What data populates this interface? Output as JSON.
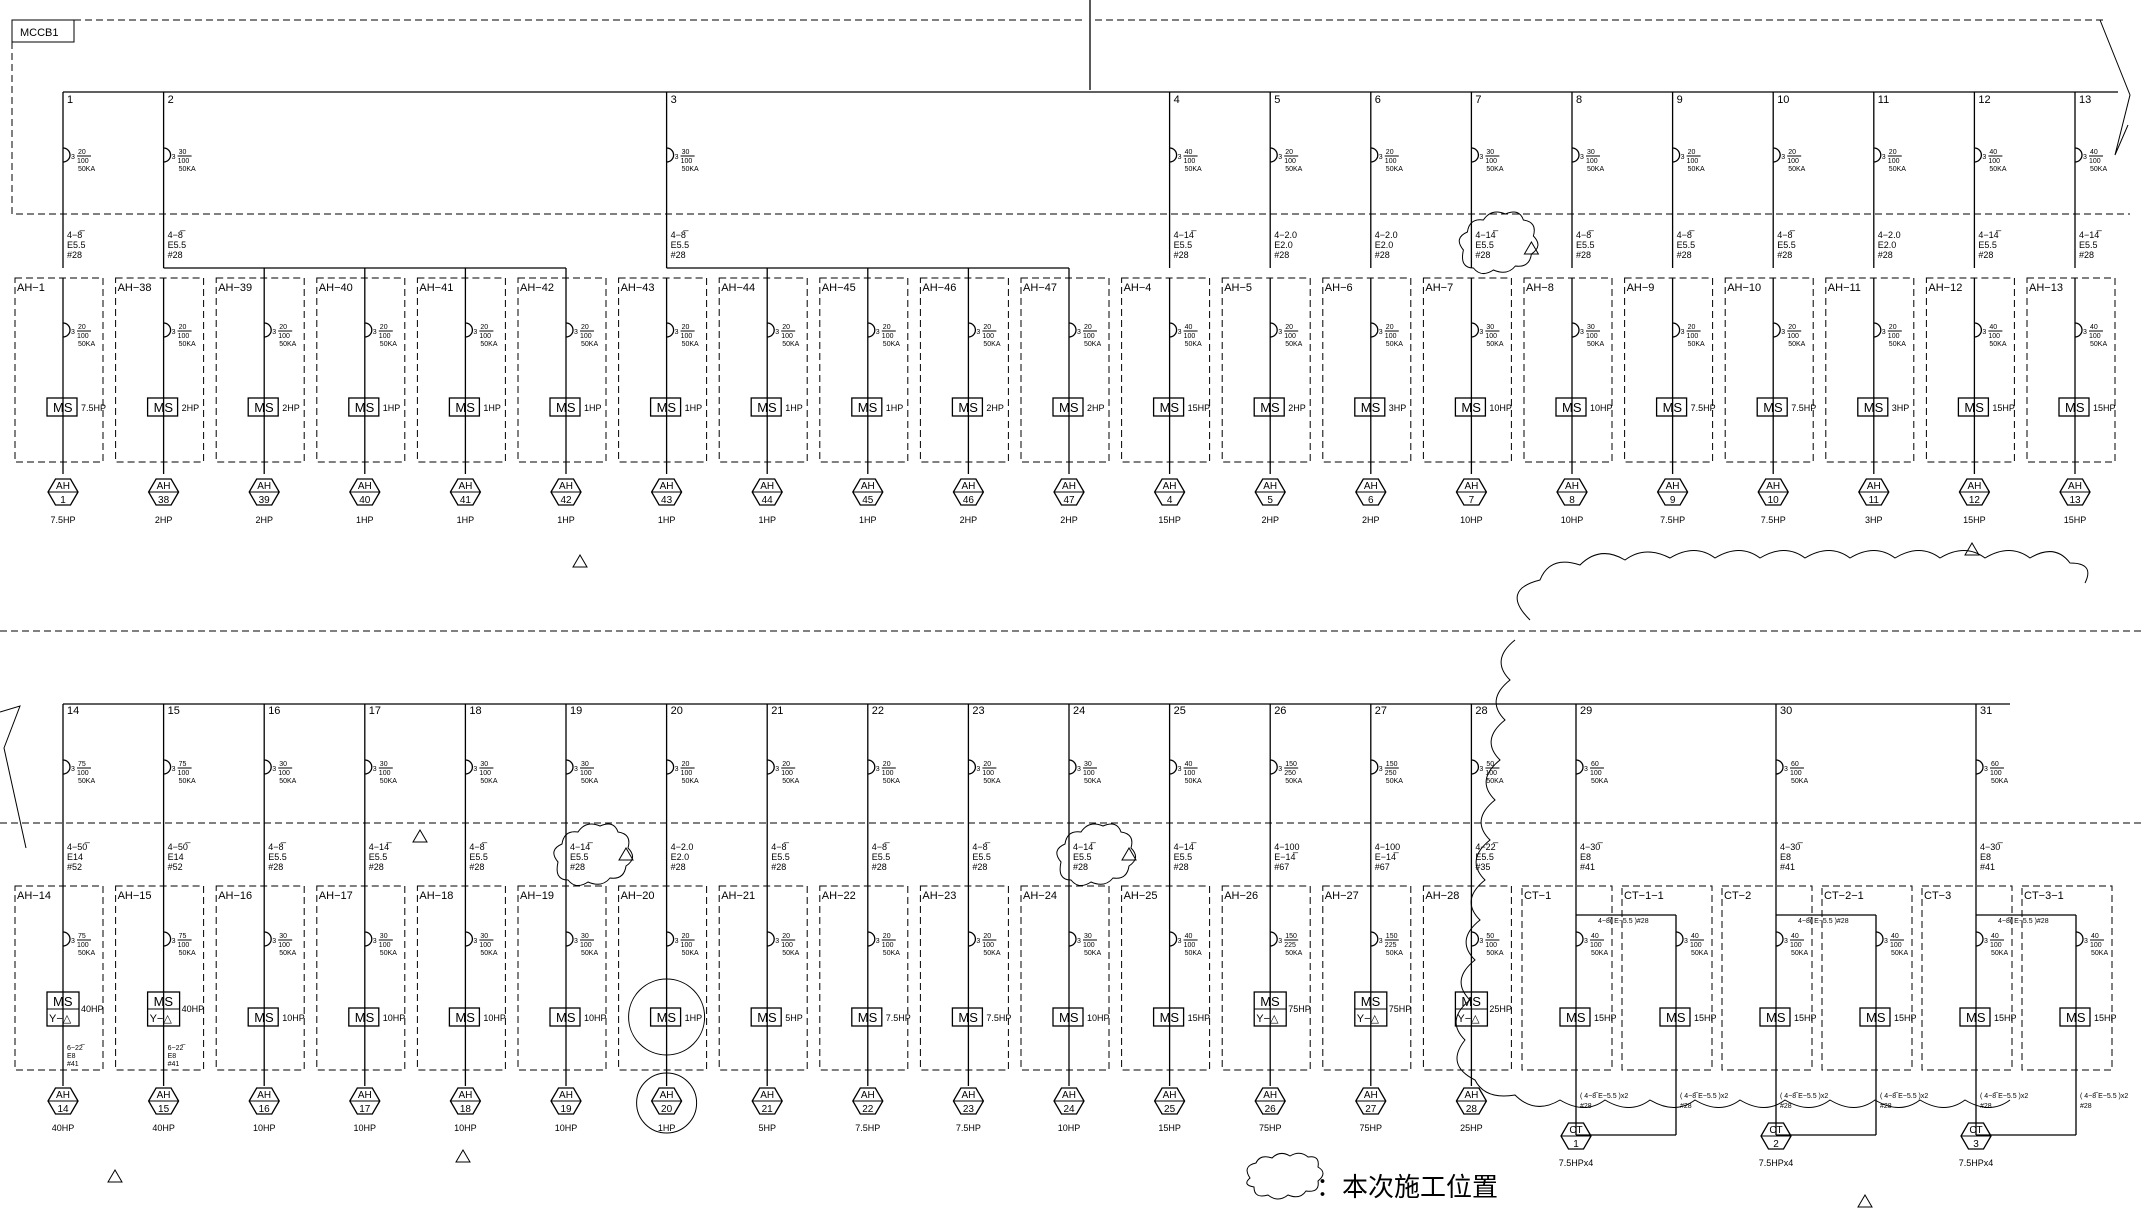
{
  "title": "MCCB1",
  "legend_text": "：本次施工位置",
  "row1": [
    {
      "n": "1",
      "brk": [
        "3",
        "20",
        "100",
        "50KA"
      ],
      "cab": [
        "4−8̅",
        "E5.5",
        "#28"
      ],
      "panel": "AH−1",
      "pbrk": [
        "3",
        "20",
        "100",
        "50KA"
      ],
      "ms": "MS",
      "mshp": "7.5HP",
      "hex": [
        "AH",
        "1"
      ],
      "hp": "7.5HP"
    },
    {
      "n": "2",
      "brk": [
        "3",
        "30",
        "100",
        "50KA"
      ],
      "cab": [
        "4−8̅",
        "E5.5",
        "#28"
      ],
      "panel": "AH−38",
      "pbrk": [
        "3",
        "20",
        "100",
        "50KA"
      ],
      "ms": "MS",
      "mshp": "2HP",
      "hex": [
        "AH",
        "38"
      ],
      "hp": "2HP"
    },
    {
      "n": "",
      "brk": null,
      "cab": null,
      "panel": "AH−39",
      "pbrk": [
        "3",
        "20",
        "100",
        "50KA"
      ],
      "ms": "MS",
      "mshp": "2HP",
      "hex": [
        "AH",
        "39"
      ],
      "hp": "2HP"
    },
    {
      "n": "",
      "brk": null,
      "cab": null,
      "panel": "AH−40",
      "pbrk": [
        "3",
        "20",
        "100",
        "50KA"
      ],
      "ms": "MS",
      "mshp": "1HP",
      "hex": [
        "AH",
        "40"
      ],
      "hp": "1HP"
    },
    {
      "n": "",
      "brk": null,
      "cab": null,
      "panel": "AH−41",
      "pbrk": [
        "3",
        "20",
        "100",
        "50KA"
      ],
      "ms": "MS",
      "mshp": "1HP",
      "hex": [
        "AH",
        "41"
      ],
      "hp": "1HP"
    },
    {
      "n": "",
      "brk": null,
      "cab": null,
      "panel": "AH−42",
      "pbrk": [
        "3",
        "20",
        "100",
        "50KA"
      ],
      "ms": "MS",
      "mshp": "1HP",
      "hex": [
        "AH",
        "42"
      ],
      "hp": "1HP"
    },
    {
      "n": "3",
      "brk": [
        "3",
        "30",
        "100",
        "50KA"
      ],
      "cab": [
        "4−8̅",
        "E5.5",
        "#28"
      ],
      "panel": "AH−43",
      "pbrk": [
        "3",
        "20",
        "100",
        "50KA"
      ],
      "ms": "MS",
      "mshp": "1HP",
      "hex": [
        "AH",
        "43"
      ],
      "hp": "1HP"
    },
    {
      "n": "",
      "brk": null,
      "cab": null,
      "panel": "AH−44",
      "pbrk": [
        "3",
        "20",
        "100",
        "50KA"
      ],
      "ms": "MS",
      "mshp": "1HP",
      "hex": [
        "AH",
        "44"
      ],
      "hp": "1HP"
    },
    {
      "n": "",
      "brk": null,
      "cab": null,
      "panel": "AH−45",
      "pbrk": [
        "3",
        "20",
        "100",
        "50KA"
      ],
      "ms": "MS",
      "mshp": "1HP",
      "hex": [
        "AH",
        "45"
      ],
      "hp": "1HP"
    },
    {
      "n": "",
      "brk": null,
      "cab": null,
      "panel": "AH−46",
      "pbrk": [
        "3",
        "20",
        "100",
        "50KA"
      ],
      "ms": "MS",
      "mshp": "2HP",
      "hex": [
        "AH",
        "46"
      ],
      "hp": "2HP"
    },
    {
      "n": "",
      "brk": null,
      "cab": null,
      "panel": "AH−47",
      "pbrk": [
        "3",
        "20",
        "100",
        "50KA"
      ],
      "ms": "MS",
      "mshp": "2HP",
      "hex": [
        "AH",
        "47"
      ],
      "hp": "2HP"
    },
    {
      "n": "4",
      "brk": [
        "3",
        "40",
        "100",
        "50KA"
      ],
      "cab": [
        "4−14̅",
        "E5.5",
        "#28"
      ],
      "panel": "AH−4",
      "pbrk": [
        "3",
        "40",
        "100",
        "50KA"
      ],
      "ms": "MS",
      "mshp": "15HP",
      "hex": [
        "AH",
        "4"
      ],
      "hp": "15HP"
    },
    {
      "n": "5",
      "brk": [
        "3",
        "20",
        "100",
        "50KA"
      ],
      "cab": [
        "4−2.0",
        "E2.0",
        "#28"
      ],
      "panel": "AH−5",
      "pbrk": [
        "3",
        "20",
        "100",
        "50KA"
      ],
      "ms": "MS",
      "mshp": "2HP",
      "hex": [
        "AH",
        "5"
      ],
      "hp": "2HP"
    },
    {
      "n": "6",
      "brk": [
        "3",
        "20",
        "100",
        "50KA"
      ],
      "cab": [
        "4−2.0",
        "E2.0",
        "#28"
      ],
      "panel": "AH−6",
      "pbrk": [
        "3",
        "20",
        "100",
        "50KA"
      ],
      "ms": "MS",
      "mshp": "3HP",
      "hex": [
        "AH",
        "6"
      ],
      "hp": "2HP"
    },
    {
      "n": "7",
      "brk": [
        "3",
        "30",
        "100",
        "50KA"
      ],
      "cab": [
        "4−14̅",
        "E5.5",
        "#28"
      ],
      "panel": "AH−7",
      "pbrk": [
        "3",
        "30",
        "100",
        "50KA"
      ],
      "ms": "MS",
      "mshp": "10HP",
      "hex": [
        "AH",
        "7"
      ],
      "hp": "10HP",
      "cloud": true
    },
    {
      "n": "8",
      "brk": [
        "3",
        "30",
        "100",
        "50KA"
      ],
      "cab": [
        "4−8̅",
        "E5.5",
        "#28"
      ],
      "panel": "AH−8",
      "pbrk": [
        "3",
        "30",
        "100",
        "50KA"
      ],
      "ms": "MS",
      "mshp": "10HP",
      "hex": [
        "AH",
        "8"
      ],
      "hp": "10HP"
    },
    {
      "n": "9",
      "brk": [
        "3",
        "20",
        "100",
        "50KA"
      ],
      "cab": [
        "4−8̅",
        "E5.5",
        "#28"
      ],
      "panel": "AH−9",
      "pbrk": [
        "3",
        "20",
        "100",
        "50KA"
      ],
      "ms": "MS",
      "mshp": "7.5HP",
      "hex": [
        "AH",
        "9"
      ],
      "hp": "7.5HP"
    },
    {
      "n": "10",
      "brk": [
        "3",
        "20",
        "100",
        "50KA"
      ],
      "cab": [
        "4−8̅",
        "E5.5",
        "#28"
      ],
      "panel": "AH−10",
      "pbrk": [
        "3",
        "20",
        "100",
        "50KA"
      ],
      "ms": "MS",
      "mshp": "7.5HP",
      "hex": [
        "AH",
        "10"
      ],
      "hp": "7.5HP"
    },
    {
      "n": "11",
      "brk": [
        "3",
        "20",
        "100",
        "50KA"
      ],
      "cab": [
        "4−2.0",
        "E2.0",
        "#28"
      ],
      "panel": "AH−11",
      "pbrk": [
        "3",
        "20",
        "100",
        "50KA"
      ],
      "ms": "MS",
      "mshp": "3HP",
      "hex": [
        "AH",
        "11"
      ],
      "hp": "3HP"
    },
    {
      "n": "12",
      "brk": [
        "3",
        "40",
        "100",
        "50KA"
      ],
      "cab": [
        "4−14̅",
        "E5.5",
        "#28"
      ],
      "panel": "AH−12",
      "pbrk": [
        "3",
        "40",
        "100",
        "50KA"
      ],
      "ms": "MS",
      "mshp": "15HP",
      "hex": [
        "AH",
        "12"
      ],
      "hp": "15HP"
    },
    {
      "n": "13",
      "brk": [
        "3",
        "40",
        "100",
        "50KA"
      ],
      "cab": [
        "4−14̅",
        "E5.5",
        "#28"
      ],
      "panel": "AH−13",
      "pbrk": [
        "3",
        "40",
        "100",
        "50KA"
      ],
      "ms": "MS",
      "mshp": "15HP",
      "hex": [
        "AH",
        "13"
      ],
      "hp": "15HP"
    }
  ],
  "row2": [
    {
      "n": "14",
      "brk": [
        "3",
        "75",
        "100",
        "50KA"
      ],
      "cab": [
        "4−50̅",
        "E14",
        "#52"
      ],
      "panel": "AH−14",
      "pbrk": [
        "3",
        "75",
        "100",
        "50KA"
      ],
      "ms": "MS",
      "yd": "Y−△",
      "mshp": "40HP",
      "sub": [
        "6−22̅",
        "E8",
        "#41"
      ],
      "hex": [
        "AH",
        "14"
      ],
      "hp": "40HP"
    },
    {
      "n": "15",
      "brk": [
        "3",
        "75",
        "100",
        "50KA"
      ],
      "cab": [
        "4−50̅",
        "E14",
        "#52"
      ],
      "panel": "AH−15",
      "pbrk": [
        "3",
        "75",
        "100",
        "50KA"
      ],
      "ms": "MS",
      "yd": "Y−△",
      "mshp": "40HP",
      "sub": [
        "6−22̅",
        "E8",
        "#41"
      ],
      "hex": [
        "AH",
        "15"
      ],
      "hp": "40HP"
    },
    {
      "n": "16",
      "brk": [
        "3",
        "30",
        "100",
        "50KA"
      ],
      "cab": [
        "4−8̅",
        "E5.5",
        "#28"
      ],
      "panel": "AH−16",
      "pbrk": [
        "3",
        "30",
        "100",
        "50KA"
      ],
      "ms": "MS",
      "mshp": "10HP",
      "hex": [
        "AH",
        "16"
      ],
      "hp": "10HP"
    },
    {
      "n": "17",
      "brk": [
        "3",
        "30",
        "100",
        "50KA"
      ],
      "cab": [
        "4−14̅",
        "E5.5",
        "#28"
      ],
      "panel": "AH−17",
      "pbrk": [
        "3",
        "30",
        "100",
        "50KA"
      ],
      "ms": "MS",
      "mshp": "10HP",
      "hex": [
        "AH",
        "17"
      ],
      "hp": "10HP"
    },
    {
      "n": "18",
      "brk": [
        "3",
        "30",
        "100",
        "50KA"
      ],
      "cab": [
        "4−8̅",
        "E5.5",
        "#28"
      ],
      "panel": "AH−18",
      "pbrk": [
        "3",
        "30",
        "100",
        "50KA"
      ],
      "ms": "MS",
      "mshp": "10HP",
      "hex": [
        "AH",
        "18"
      ],
      "hp": "10HP"
    },
    {
      "n": "19",
      "brk": [
        "3",
        "30",
        "100",
        "50KA"
      ],
      "cab": [
        "4−14̅",
        "E5.5",
        "#28"
      ],
      "panel": "AH−19",
      "pbrk": [
        "3",
        "30",
        "100",
        "50KA"
      ],
      "ms": "MS",
      "mshp": "10HP",
      "hex": [
        "AH",
        "19"
      ],
      "hp": "10HP",
      "cloud": true
    },
    {
      "n": "20",
      "brk": [
        "3",
        "20",
        "100",
        "50KA"
      ],
      "cab": [
        "4−2.0",
        "E2.0",
        "#28"
      ],
      "panel": "AH−20",
      "pbrk": [
        "3",
        "20",
        "100",
        "50KA"
      ],
      "ms": "MS",
      "mshp": "1HP",
      "hex": [
        "AH",
        "20"
      ],
      "hp": "1HP",
      "circle": true
    },
    {
      "n": "21",
      "brk": [
        "3",
        "20",
        "100",
        "50KA"
      ],
      "cab": [
        "4−8̅",
        "E5.5",
        "#28"
      ],
      "panel": "AH−21",
      "pbrk": [
        "3",
        "20",
        "100",
        "50KA"
      ],
      "ms": "MS",
      "mshp": "5HP",
      "hex": [
        "AH",
        "21"
      ],
      "hp": "5HP"
    },
    {
      "n": "22",
      "brk": [
        "3",
        "20",
        "100",
        "50KA"
      ],
      "cab": [
        "4−8̅",
        "E5.5",
        "#28"
      ],
      "panel": "AH−22",
      "pbrk": [
        "3",
        "20",
        "100",
        "50KA"
      ],
      "ms": "MS",
      "mshp": "7.5HP",
      "hex": [
        "AH",
        "22"
      ],
      "hp": "7.5HP"
    },
    {
      "n": "23",
      "brk": [
        "3",
        "20",
        "100",
        "50KA"
      ],
      "cab": [
        "4−8̅",
        "E5.5",
        "#28"
      ],
      "panel": "AH−23",
      "pbrk": [
        "3",
        "20",
        "100",
        "50KA"
      ],
      "ms": "MS",
      "mshp": "7.5HP",
      "hex": [
        "AH",
        "23"
      ],
      "hp": "7.5HP"
    },
    {
      "n": "24",
      "brk": [
        "3",
        "30",
        "100",
        "50KA"
      ],
      "cab": [
        "4−14̅",
        "E5.5",
        "#28"
      ],
      "panel": "AH−24",
      "pbrk": [
        "3",
        "30",
        "100",
        "50KA"
      ],
      "ms": "MS",
      "mshp": "10HP",
      "hex": [
        "AH",
        "24"
      ],
      "hp": "10HP",
      "cloud": true
    },
    {
      "n": "25",
      "brk": [
        "3",
        "40",
        "100",
        "50KA"
      ],
      "cab": [
        "4−14̅",
        "E5.5",
        "#28"
      ],
      "panel": "AH−25",
      "pbrk": [
        "3",
        "40",
        "100",
        "50KA"
      ],
      "ms": "MS",
      "mshp": "15HP",
      "hex": [
        "AH",
        "25"
      ],
      "hp": "15HP"
    },
    {
      "n": "26",
      "brk": [
        "3",
        "150",
        "250",
        "50KA"
      ],
      "cab": [
        "4−100",
        "E−14̅",
        "#67"
      ],
      "panel": "AH−26",
      "pbrk": [
        "3",
        "150",
        "225",
        "50KA"
      ],
      "ms": "MS",
      "yd": "Y−△",
      "mshp": "75HP",
      "hex": [
        "AH",
        "26"
      ],
      "hp": "75HP"
    },
    {
      "n": "27",
      "brk": [
        "3",
        "150",
        "250",
        "50KA"
      ],
      "cab": [
        "4−100",
        "E−14̅",
        "#67"
      ],
      "panel": "AH−27",
      "pbrk": [
        "3",
        "150",
        "225",
        "50KA"
      ],
      "ms": "MS",
      "yd": "Y−△",
      "mshp": "75HP",
      "hex": [
        "AH",
        "27"
      ],
      "hp": "75HP"
    },
    {
      "n": "28",
      "brk": [
        "3",
        "50",
        "100",
        "50KA"
      ],
      "cab": [
        "4−22̅",
        "E5.5",
        "#35"
      ],
      "panel": "AH−28",
      "pbrk": [
        "3",
        "50",
        "100",
        "50KA"
      ],
      "ms": "MS",
      "yd": "Y−△",
      "mshp": "25HP",
      "hex": [
        "AH",
        "28"
      ],
      "hp": "25HP"
    }
  ],
  "ct_groups": [
    {
      "n": "29",
      "brk": [
        "3",
        "60",
        "100",
        "50KA"
      ],
      "cab": [
        "4−30̅",
        "E8",
        "#41"
      ],
      "p1": "CT−1",
      "p2": "CT−1−1",
      "link": "4−8̅( E−5.5 )#28",
      "b1": [
        "3",
        "40",
        "100",
        "50KA"
      ],
      "b2": [
        "3",
        "40",
        "100",
        "50KA"
      ],
      "ms": "MS",
      "mshp": "15HP",
      "c1": [
        "( 4−8̅ E−5.5 )x2",
        "#28"
      ],
      "c2": [
        "( 4−8̅ E−5.5 )x2",
        "#28"
      ],
      "hex": [
        "CT",
        "1"
      ],
      "hp": "7.5HPx4"
    },
    {
      "n": "30",
      "brk": [
        "3",
        "60",
        "100",
        "50KA"
      ],
      "cab": [
        "4−30̅",
        "E8",
        "#41"
      ],
      "p1": "CT−2",
      "p2": "CT−2−1",
      "link": "4−8̅( E−5.5 )#28",
      "b1": [
        "3",
        "40",
        "100",
        "50KA"
      ],
      "b2": [
        "3",
        "40",
        "100",
        "50KA"
      ],
      "ms": "MS",
      "mshp": "15HP",
      "c1": [
        "( 4−8̅ E−5.5 )x2",
        "#28"
      ],
      "c2": [
        "( 4−8̅ E−5.5 )x2",
        "#28"
      ],
      "hex": [
        "CT",
        "2"
      ],
      "hp": "7.5HPx4"
    },
    {
      "n": "31",
      "brk": [
        "3",
        "60",
        "100",
        "50KA"
      ],
      "cab": [
        "4−30̅",
        "E8",
        "#41"
      ],
      "p1": "CT−3",
      "p2": "CT−3−1",
      "link": "4−8̅( E−5.5 )#28",
      "b1": [
        "3",
        "40",
        "100",
        "50KA"
      ],
      "b2": [
        "3",
        "40",
        "100",
        "50KA"
      ],
      "ms": "MS",
      "mshp": "15HP",
      "c1": [
        "( 4−8̅ E−5.5 )x2",
        "#28"
      ],
      "c2": [
        "( 4−8̅ E−5.5 )x2",
        "#28"
      ],
      "hex": [
        "CT",
        "3"
      ],
      "hp": "7.5HPx4"
    }
  ],
  "colors": {
    "line": "#000000",
    "background": "#ffffff"
  }
}
